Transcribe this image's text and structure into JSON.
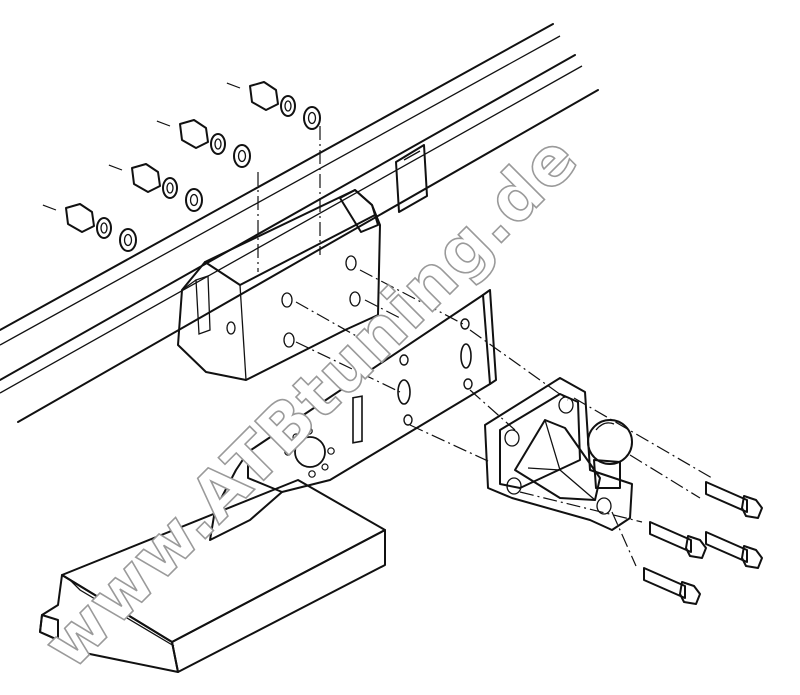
{
  "watermark": {
    "text": "www.ATBtuning.de",
    "stroke_color": "#9a9a9a"
  },
  "colors": {
    "line": "#111111",
    "metal": "#ffffff",
    "plate_fill": "#a9a9a9",
    "tread_fill": "#5e5e5e"
  },
  "parts": {
    "nut_sets": 4,
    "mount_bolts": 4,
    "icons": [
      "chassis-rail",
      "rail-bracket",
      "nut-icon",
      "washer-icon",
      "adapter-plate",
      "step-plate",
      "tow-ball-flange",
      "tow-ball",
      "hex-bolt-icon"
    ]
  }
}
